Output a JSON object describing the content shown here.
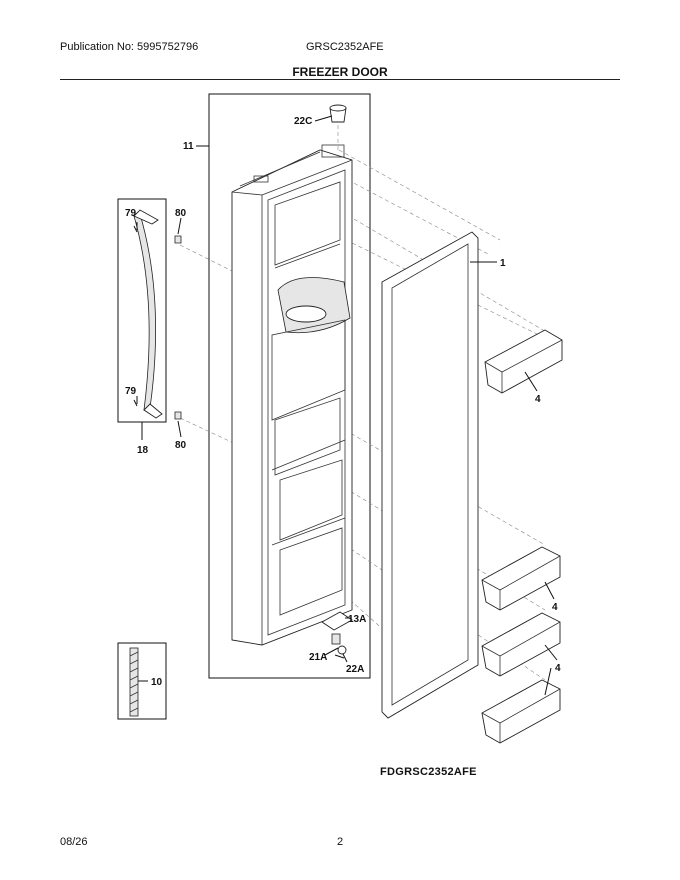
{
  "header": {
    "publication": "Publication No: 5995752796",
    "model": "GRSC2352AFE",
    "title": "FREEZER DOOR"
  },
  "callouts": {
    "c22C": "22C",
    "c11": "11",
    "c79a": "79",
    "c80a": "80",
    "c1": "1",
    "c79b": "79",
    "c18": "18",
    "c80b": "80",
    "c4a": "4",
    "c13A": "13A",
    "c21A": "21A",
    "c22A": "22A",
    "c4b": "4",
    "c4c": "4",
    "c10": "10"
  },
  "diagram_code": "FDGRSC2352AFE",
  "footer": {
    "date": "08/26",
    "page": "2"
  }
}
